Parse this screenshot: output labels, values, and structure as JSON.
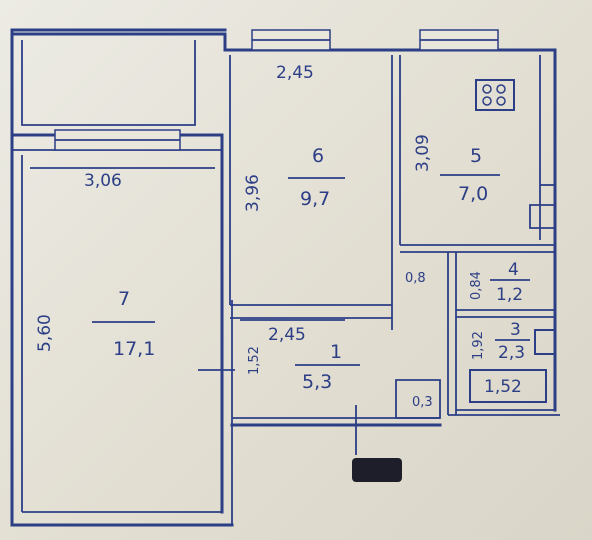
{
  "rooms": [
    {
      "number": "7",
      "area": "17,1"
    },
    {
      "number": "6",
      "area": "9,7"
    },
    {
      "number": "5",
      "area": "7,0"
    },
    {
      "number": "4",
      "area": "1,2"
    },
    {
      "number": "3",
      "area": "2,3"
    },
    {
      "number": "1",
      "area": "5,3"
    }
  ],
  "dimensions": {
    "top_245": "2,45",
    "mid_245": "2,45",
    "width_306": "3,06",
    "height_396": "3,96",
    "height_309": "3,09",
    "height_560": "5,60",
    "d_08": "0,8",
    "d_084": "0,84",
    "d_192": "1,92",
    "d_152": "1,52",
    "d_03": "0,3",
    "box_152": "1,52"
  },
  "colors": {
    "ink": "#2c3e86",
    "paper": "#e9e6dc"
  }
}
